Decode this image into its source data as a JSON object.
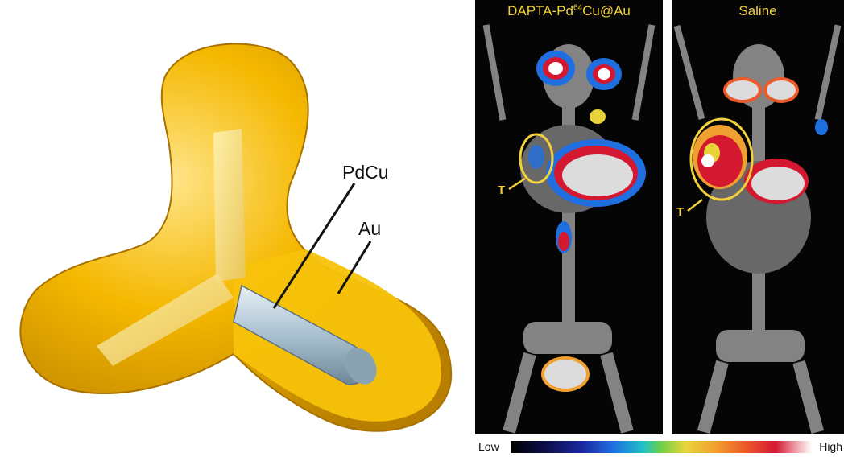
{
  "illustration": {
    "label_core": "PdCu",
    "label_shell": "Au",
    "colors": {
      "gold_light": "#ffd966",
      "gold": "#f5b800",
      "gold_dark": "#c98a00",
      "core": "#9fb8c8"
    }
  },
  "scans": [
    {
      "title_prefix": "DAPTA-Pd",
      "title_sup": "64",
      "title_suffix": "Cu@Au",
      "tumor_label": "T"
    },
    {
      "title_prefix": "Saline",
      "title_sup": "",
      "title_suffix": "",
      "tumor_label": "T"
    }
  ],
  "colorbar": {
    "low": "Low",
    "high": "High"
  },
  "accent": "#f2d03a"
}
